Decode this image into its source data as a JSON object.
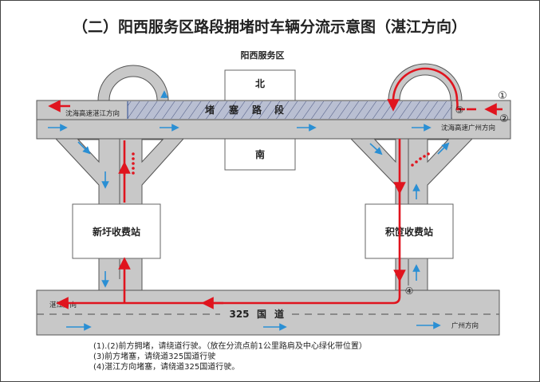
{
  "title": "（二）阳西服务区路段拥堵时车辆分流示意图（湛江方向）",
  "service_area": {
    "name": "阳西服务区",
    "north": "北",
    "south": "南"
  },
  "congested_section": [
    "堵",
    "塞",
    "路",
    "段"
  ],
  "directions": {
    "highway_zhanjiang": "沈海高速湛江方向",
    "highway_guangzhou": "沈海高速广州方向",
    "national_road_zhanjiang": "湛江方向",
    "national_road_guangzhou": "广州方向"
  },
  "national_road": [
    "325",
    "国",
    "道"
  ],
  "toll_stations": {
    "left": "新圩收费站",
    "right": "积笸收费站"
  },
  "markers": [
    "①",
    "②",
    "③",
    "④"
  ],
  "notes": [
    "(1).(2)前方拥堵，请绕道行驶。（放在分流点前1公里路肩及中心绿化带位置）",
    "(3)前方堵塞，请绕道325国道行驶",
    "(4)湛江方向堵塞，请绕道325国道行驶。"
  ],
  "colors": {
    "road": "#c8c8c8",
    "road_edge": "#555555",
    "detour": "#e0141e",
    "flow": "#2a8fd4",
    "hatch": "#5a6a90"
  }
}
